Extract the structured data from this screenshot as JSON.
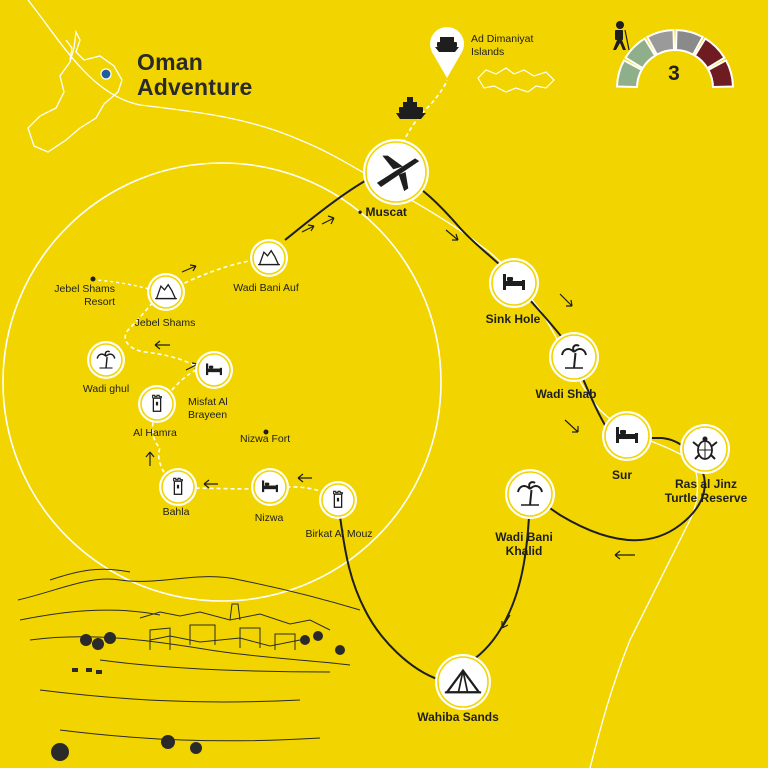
{
  "title": {
    "line1": "Oman",
    "line2": "Adventure"
  },
  "difficulty": {
    "value": 3,
    "segment_colors": [
      "#8fae8a",
      "#8fae8a",
      "#9a9a9a",
      "#8a8a8a",
      "#6e1c22",
      "#6e1c22"
    ]
  },
  "colors": {
    "background": "#f2d500",
    "stop_fill": "#ffffff",
    "stop_ring": "#f2d500",
    "route_line": "#1e1e1e",
    "dashed_route": "#ffffff"
  },
  "stops": [
    {
      "id": "muscat",
      "label": "• Muscat",
      "icon": "airplane-icon"
    },
    {
      "id": "dimaniyat",
      "label": "Ad Dimaniyat\nIslands",
      "icon": "ship-icon"
    },
    {
      "id": "sink-hole",
      "label": "Sink Hole",
      "icon": "bed-icon"
    },
    {
      "id": "wadi-shab",
      "label": "Wadi Shab",
      "icon": "palm-tree-icon"
    },
    {
      "id": "sur",
      "label": "Sur",
      "icon": "bed-icon"
    },
    {
      "id": "ras-al-jinz",
      "label": "Ras al Jinz\nTurtle Reserve",
      "icon": "turtle-icon"
    },
    {
      "id": "wadi-bani-khalid",
      "label": "Wadi Bani\nKhalid",
      "icon": "palm-tree-icon"
    },
    {
      "id": "wahiba",
      "label": "Wahiba Sands",
      "icon": "tent-icon"
    },
    {
      "id": "birkat",
      "label": "Birkat Al Mouz",
      "icon": "fort-icon"
    },
    {
      "id": "nizwa",
      "label": "Nizwa",
      "icon": "bed-icon"
    },
    {
      "id": "bahla",
      "label": "Bahla",
      "icon": "fort-icon"
    },
    {
      "id": "al-hamra",
      "label": "Al Hamra",
      "icon": "fort-icon"
    },
    {
      "id": "misfat",
      "label": "Misfat Al\nBrayeen",
      "icon": "bed-icon"
    },
    {
      "id": "wadi-ghul",
      "label": "Wadi ghul",
      "icon": "palm-tree-icon"
    },
    {
      "id": "jebel-shams",
      "label": "Jebel Shams",
      "icon": "mountain-icon"
    },
    {
      "id": "wadi-bani-auf",
      "label": "Wadi Bani Auf",
      "icon": "mountain-icon"
    }
  ],
  "points_of_interest": [
    {
      "id": "jebel-shams-resort",
      "label": "Jebel Shams\nResort"
    },
    {
      "id": "nizwa-fort",
      "label": "Nizwa Fort"
    }
  ]
}
